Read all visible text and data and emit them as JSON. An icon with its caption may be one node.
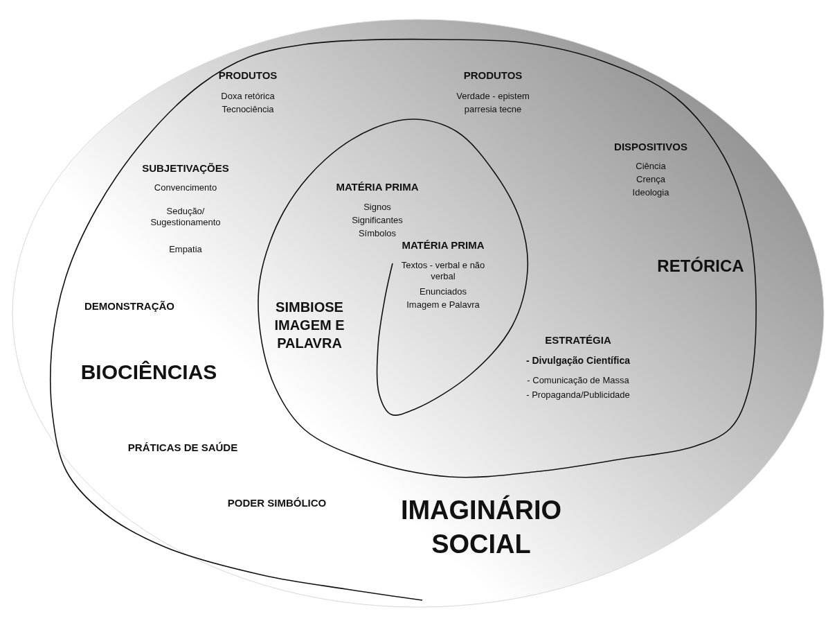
{
  "diagram": {
    "labels": [
      "PRODUTOS",
      "Doxa retórica",
      "Tecnociência",
      "PRODUTOS",
      "Verdade - epistem",
      "parresia tecne",
      "DISPOSITIVOS",
      "Ciência",
      "Crença",
      "Ideologia",
      "SUBJETIVAÇÕES",
      "Convencimento",
      "Sedução/ Sugestionamento",
      "Empatia",
      "MATÉRIA PRIMA",
      "Signos",
      "Significantes",
      "Símbolos",
      "MATÉRIA PRIMA",
      "Textos - verbal e não verbal",
      "Enunciados",
      "Imagem e Palavra",
      "RETÓRICA",
      "DEMONSTRAÇÃO",
      "SIMBIOSE IMAGEM E PALAVRA",
      "ESTRATÉGIA",
      "- Divulgação Científica",
      "- Comunicação de Massa",
      "- Propaganda/Publicidade",
      "BIOCIÊNCIAS",
      "PRÁTICAS DE SAÚDE",
      "PODER SIMBÓLICO",
      "IMAGINÁRIO SOCIAL"
    ]
  }
}
